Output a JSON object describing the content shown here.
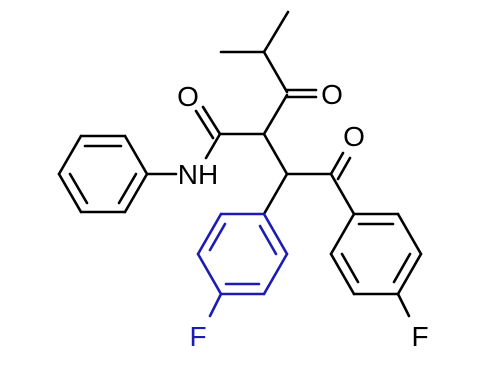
{
  "molecule": {
    "atom_labels": {
      "ketone_oxygen_upper": "O",
      "amide_oxygen": "O",
      "amide_nh": "NH",
      "benzoyl_oxygen": "O",
      "fluorine_blue_ring": "F",
      "fluorine_black_ring": "F"
    },
    "colors": {
      "bond": "#000000",
      "highlighted_ring": "#1c1cb4",
      "background": "#ffffff"
    }
  }
}
